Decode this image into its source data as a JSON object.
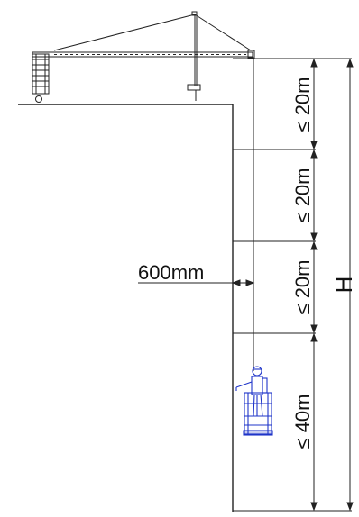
{
  "diagram": {
    "labels": {
      "offset": "600mm",
      "height": "H",
      "segments": [
        "≤ 20m",
        "≤ 20m",
        "≤ 20m",
        "≤ 40m"
      ]
    },
    "colors": {
      "line": "#111111",
      "gondola": "#1f35c9",
      "building": "#222222"
    },
    "icons": {
      "crane": "roof-crane-icon",
      "gondola": "suspended-platform-worker-icon"
    }
  }
}
